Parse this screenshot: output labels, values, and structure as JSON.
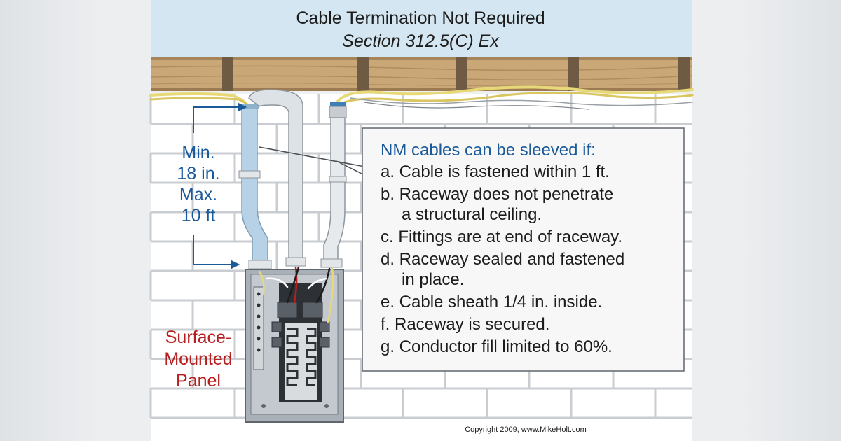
{
  "title": {
    "main": "Cable Termination Not Required",
    "section": "Section 312.5(C) Ex"
  },
  "dimension_label": [
    "Min.",
    "18 in.",
    "Max.",
    "10 ft"
  ],
  "panel_label": [
    "Surface-",
    "Mounted",
    "Panel"
  ],
  "callout": {
    "heading": "NM cables can be sleeved if:",
    "items": [
      "a. Cable is fastened within 1 ft.",
      "b. Raceway does not penetrate",
      "a structural ceiling.",
      "c. Fittings are at end of raceway.",
      "d. Raceway sealed and fastened",
      "in place.",
      "e. Cable sheath 1/4 in. inside.",
      "f.  Raceway is secured.",
      "g. Conductor fill limited to 60%."
    ]
  },
  "copyright": "Copyright 2009, www.MikeHolt.com",
  "colors": {
    "sky": "#d4e6f1",
    "blue_text": "#1a5a9a",
    "red_text": "#b81e1e",
    "raceway_blue": "#b7d2e6",
    "wall": "#ffffff",
    "mortar": "#c9cdd1",
    "wood": "#c9a777",
    "wire_yellow": "#e8d978",
    "panel_gray": "#a9b0b8"
  }
}
